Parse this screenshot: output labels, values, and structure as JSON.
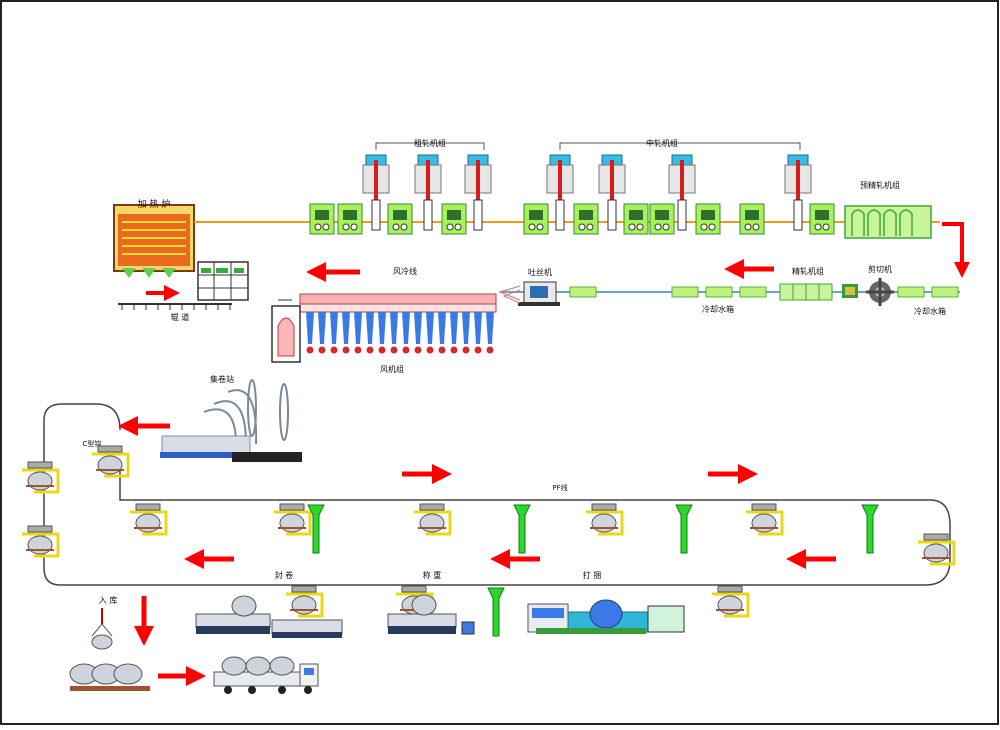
{
  "labels": {
    "rough_mill": "粗轧机组",
    "middle_mill": "中轧机组",
    "pre_finish_mill": "预精轧机组",
    "furnace": "加 热 炉",
    "roller_table": "辊    道",
    "air_cooling_line": "风冷线",
    "laying_head": "吐丝机",
    "finish_mill": "精轧机组",
    "shear": "剪切机",
    "cooling_water_box_1": "冷却水箱",
    "cooling_water_box_2": "冷却水箱",
    "fan_group": "风机组",
    "coil_collector": "集卷站",
    "c_hook": "C型钩",
    "pf_line": "PF线",
    "seal_coil": "封    卷",
    "weighing": "称    重",
    "binding": "打    捆",
    "warehouse": "入    库"
  },
  "colors": {
    "flow_arrow": "#ff0000",
    "mill_green": "#aaf05a",
    "mill_dark_green": "#2f8f2f",
    "mill_cyan": "#36bde6",
    "rod_line": "#f39a1e",
    "furnace_frame": "#bf5a1c",
    "fan_blue": "#3b7ae6",
    "hook_yellow": "#e8d81a",
    "pf_green": "#2bd82b",
    "frame_border": "#222222"
  },
  "icons": [
    "arrow-right-icon",
    "arrow-left-icon",
    "arrow-down-icon",
    "arrow-corner-icon",
    "truck-icon",
    "coil-icon",
    "hook-icon"
  ]
}
